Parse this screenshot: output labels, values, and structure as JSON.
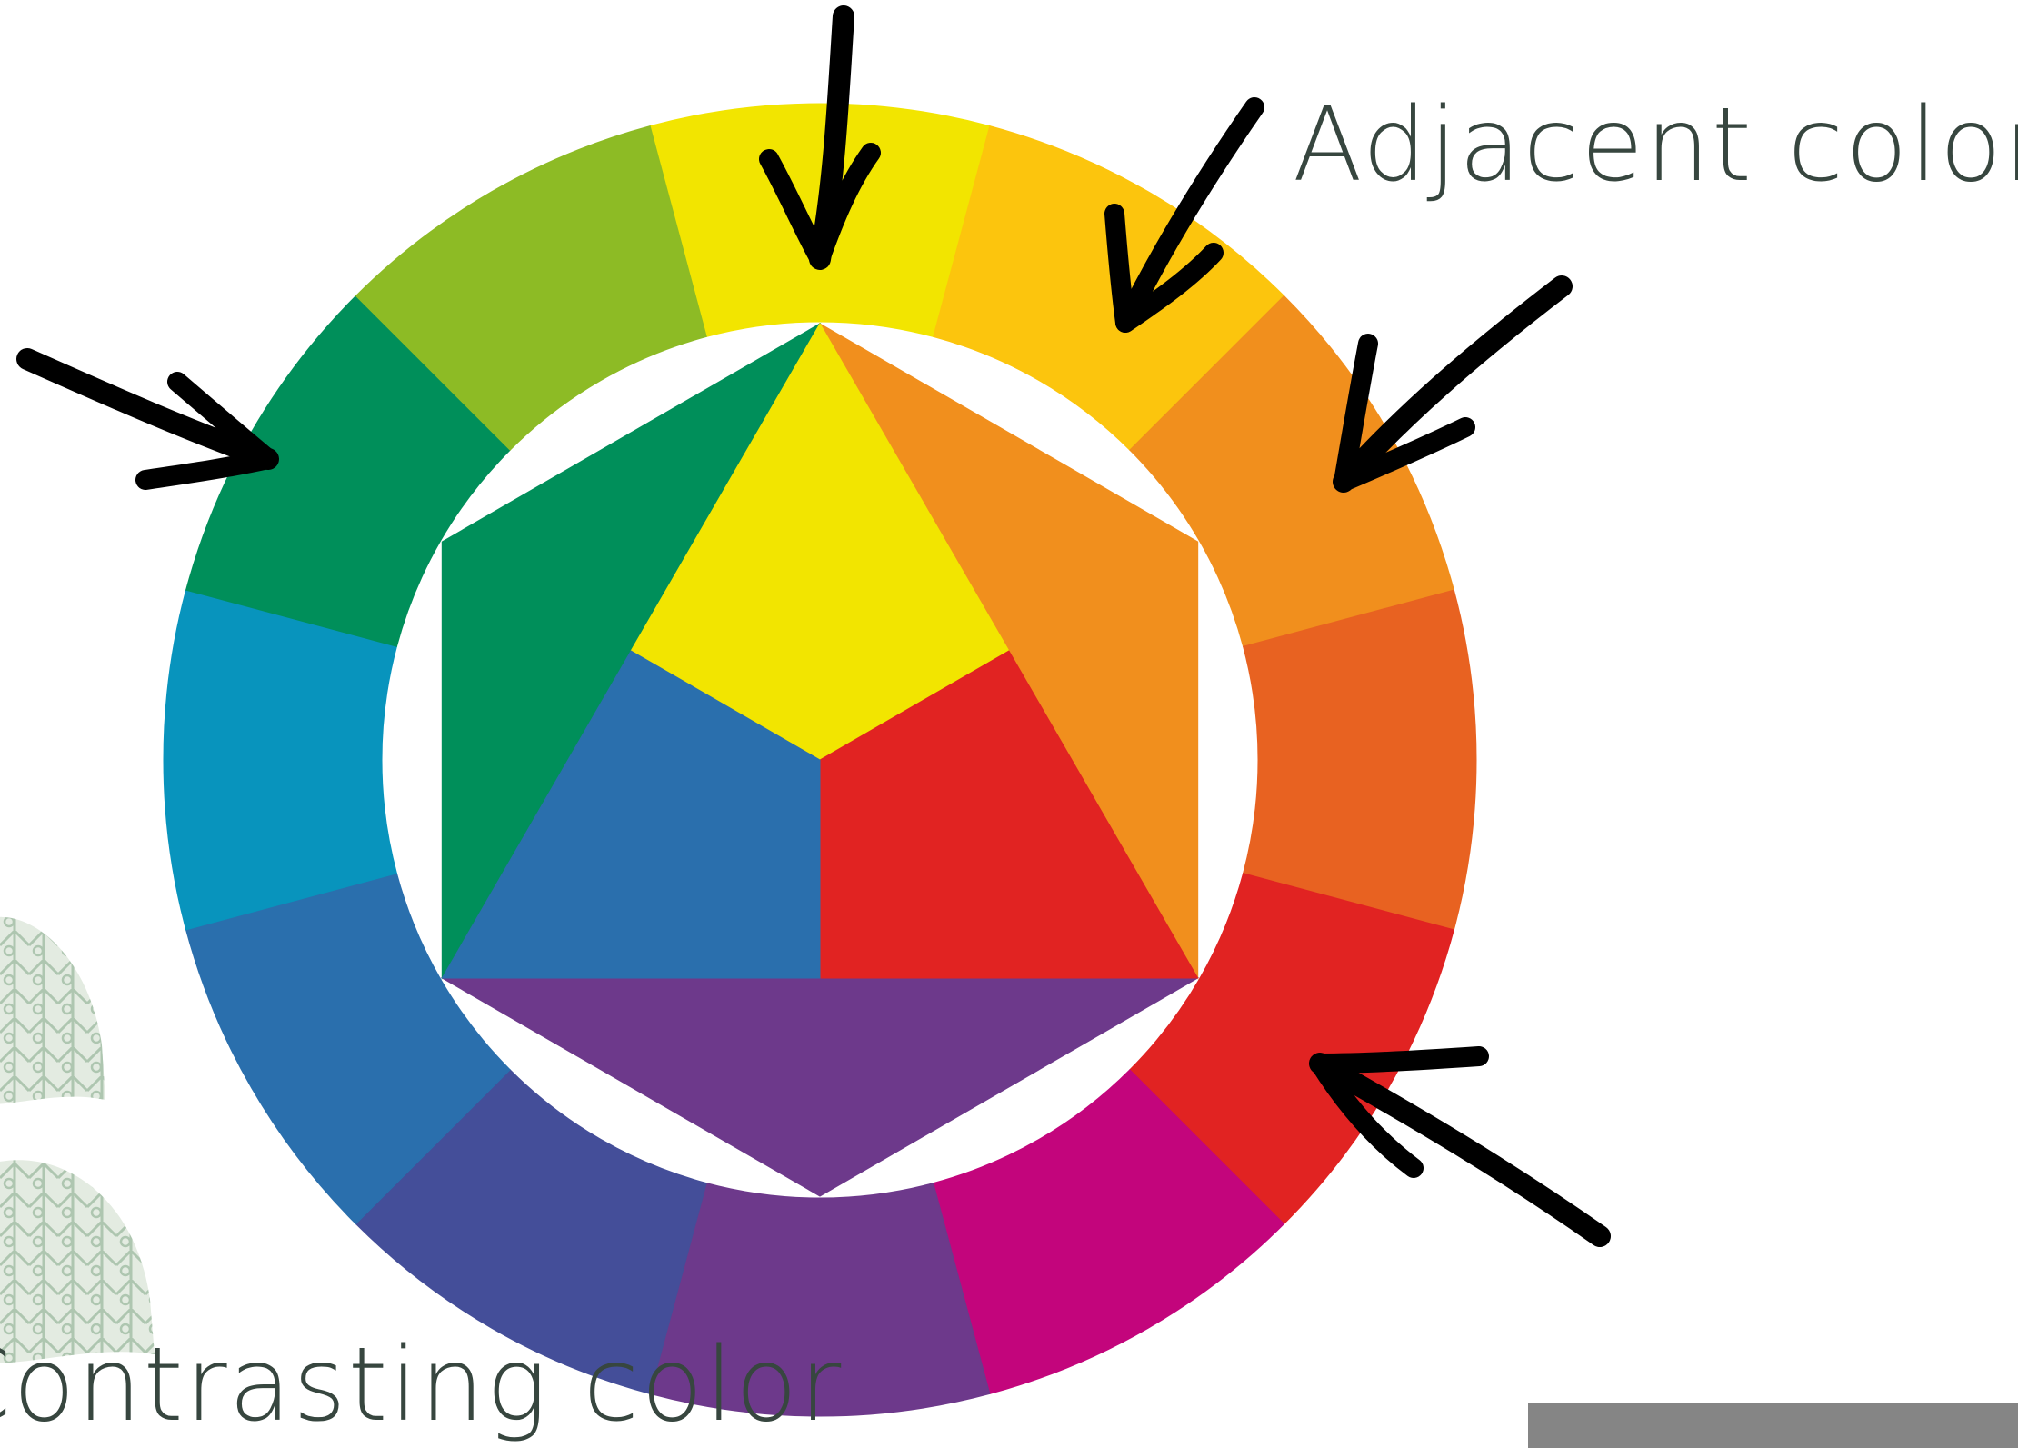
{
  "labels": {
    "adjacent": "Adjacent color",
    "contrasting": "Contrasting color"
  },
  "watermark": "",
  "colors": {
    "text": "#37463f",
    "arrow": "#000000",
    "leaf": "#e3ebe1",
    "leaf_pattern": "#aec6b0",
    "watermark_bg": "#858585"
  },
  "color_wheel": {
    "ring_segments": [
      {
        "name": "yellow",
        "color": "#f2e500"
      },
      {
        "name": "yellow-orange",
        "color": "#fcc50d"
      },
      {
        "name": "orange",
        "color": "#f18f1d"
      },
      {
        "name": "red-orange",
        "color": "#e86221"
      },
      {
        "name": "red",
        "color": "#e12322"
      },
      {
        "name": "red-violet",
        "color": "#c3057c"
      },
      {
        "name": "violet",
        "color": "#6d398b"
      },
      {
        "name": "blue-violet",
        "color": "#444e99"
      },
      {
        "name": "blue",
        "color": "#2a6fad"
      },
      {
        "name": "blue-green",
        "color": "#0894bd"
      },
      {
        "name": "green",
        "color": "#008f5a"
      },
      {
        "name": "yellow-green",
        "color": "#8dbb25"
      }
    ],
    "primary_triangles": [
      {
        "name": "yellow",
        "color": "#f2e500"
      },
      {
        "name": "red",
        "color": "#e12322"
      },
      {
        "name": "blue",
        "color": "#2a6fad"
      }
    ],
    "secondary_triangles": [
      {
        "name": "orange",
        "color": "#f18f1d"
      },
      {
        "name": "violet",
        "color": "#6d398b"
      },
      {
        "name": "green",
        "color": "#008f5a"
      }
    ]
  }
}
